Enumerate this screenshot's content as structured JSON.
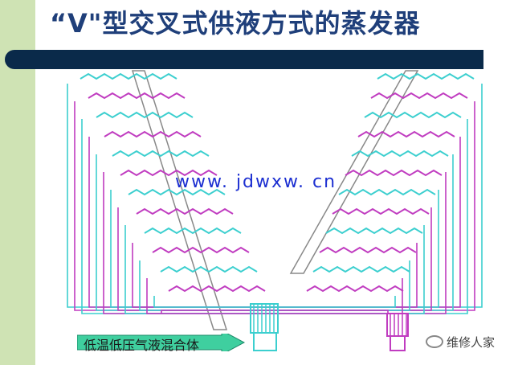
{
  "title": "“V\"型交叉式供液方式的蒸发器",
  "watermark": "www. jdwxw. cn",
  "flow_label": "低温低压气液混合体",
  "brand": "维修人家",
  "colors": {
    "cyan": "#3ccfcf",
    "magenta": "#c03cc0",
    "strip": "#cfe3b4",
    "bar": "#0a2a4a",
    "title": "#1f3f7a",
    "watermark": "#1c2fd1"
  },
  "icons": [
    "brand-logo-icon",
    "arrow-right-icon"
  ]
}
